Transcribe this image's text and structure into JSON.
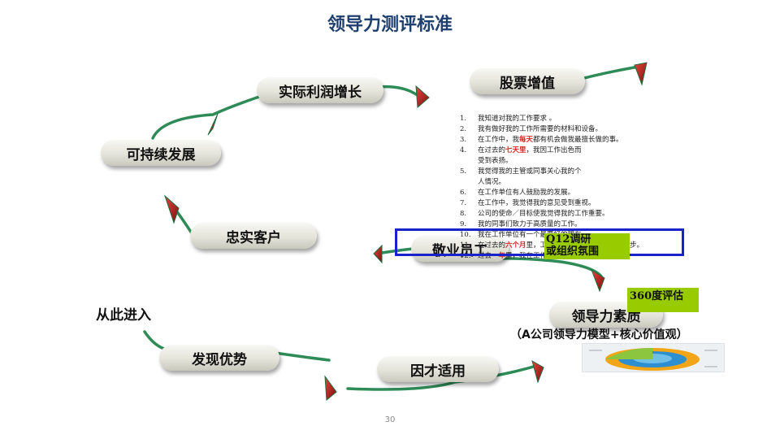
{
  "title": "领导力测评标准",
  "nodes": {
    "profit_growth": "实际利润增长",
    "stock_value": "股票增值",
    "sustainable_growth": "可持续发展",
    "loyal_customers": "忠实客户",
    "engaged_employees": "敬业员工",
    "leadership_quality": "领导力素质",
    "find_talent": "发现优势",
    "right_person_right_job": "因才适用"
  },
  "entry_label": "从此进入",
  "leadership_subtitle": "（A公司领导力模型+核心价值观）",
  "survey": {
    "items": [
      {
        "num": "1.",
        "text": "我知道对我的工作要求 。"
      },
      {
        "num": "2.",
        "text": "我有做好我的工作所需要的材料和设备。"
      },
      {
        "num": "3.",
        "pre": "在工作中，我",
        "mark": "每天",
        "post": "都有机会做我最擅长做的事。"
      },
      {
        "num": "4.",
        "pre": "在过去的",
        "mark": "七天里",
        "post": "，我因工作出色而"
      },
      {
        "num": "",
        "text": "受到表扬。"
      },
      {
        "num": "5.",
        "text": "我觉得我的主管或同事关心我的个"
      },
      {
        "num": "",
        "text": "人情况。"
      },
      {
        "num": "6.",
        "text": "在工作单位有人鼓励我的发展。"
      },
      {
        "num": "7.",
        "text": "在工作中，我觉得我的意见受到重视。"
      },
      {
        "num": "8.",
        "text": "公司的使命／目标使我觉得我的工作重要。"
      },
      {
        "num": "9.",
        "text": "我的同事们致力于高质量的工作。"
      },
      {
        "num": "10.",
        "text": "我在工作单位有一个最要好的朋友。"
      },
      {
        "num": "11.",
        "pre": "在过去的",
        "mark": "六个月",
        "post": "里，工作单位有人和我谈及我的进步。"
      },
      {
        "num": "12.",
        "pre": "过去",
        "mark": "一年",
        "post": "里，我在工作中有机会学习和成长。"
      }
    ]
  },
  "tag_q12": {
    "line1": "Q12调研",
    "line2": "或组织氛围"
  },
  "tag_360": "360度评估",
  "page_number": "30",
  "colors": {
    "title": "#1f3f6e",
    "arrow": "#2e8b57",
    "arrowhead_fill": "#c0392b",
    "highlight_box": "#1a22cc",
    "tag_bg": "#99cc00",
    "survey_highlight": "#dd2222"
  }
}
